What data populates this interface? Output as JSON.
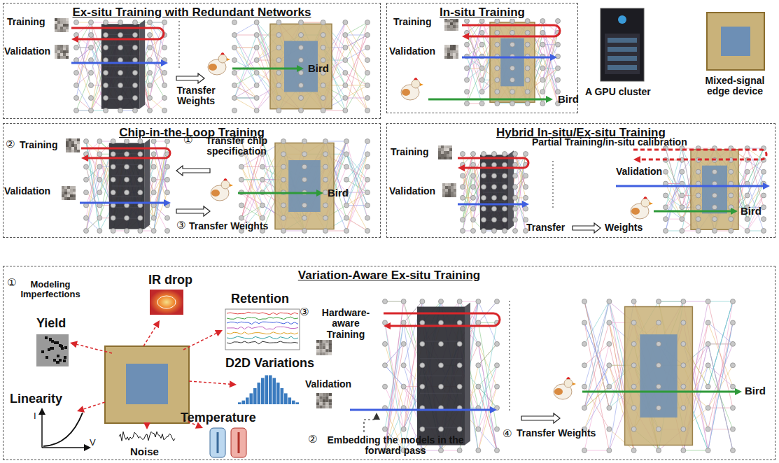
{
  "diagram": {
    "nodes": [
      {
        "text": [
          "Ex-situ Training with Redundant Networks"
        ]
      },
      {
        "text": [
          "In-situ Training"
        ]
      },
      {
        "text": [
          "Chip-in-the-Loop Training"
        ]
      },
      {
        "text": [
          "Hybrid In-situ/Ex-situ Training"
        ]
      },
      {
        "text": [
          "Variation-Aware Ex-situ Training"
        ]
      }
    ],
    "labels": [
      "Training",
      "Validation",
      "Transfer Weights",
      "Bird",
      "Training",
      "Validation",
      "Bird",
      "A GPU cluster",
      "Mixed-signal edge device",
      "②",
      "Training",
      "①",
      "Transfer chip specification",
      "Validation",
      "③",
      "Transfer Weights",
      "Bird",
      "Partial Training/in-situ calibration",
      "Training",
      "Validation",
      "Validation",
      "Transfer",
      "Weights",
      "Bird",
      "①",
      "Modeling Imperfections",
      "Yield",
      "IR drop",
      "Retention",
      "D2D Variations",
      "Linearity",
      "I",
      "V",
      "Noise",
      "Temperature",
      "③",
      "Hardware-aware Training",
      "Validation",
      "②",
      "Embedding the models in the forward pass",
      "④",
      "Transfer Weights",
      "Bird"
    ]
  }
}
